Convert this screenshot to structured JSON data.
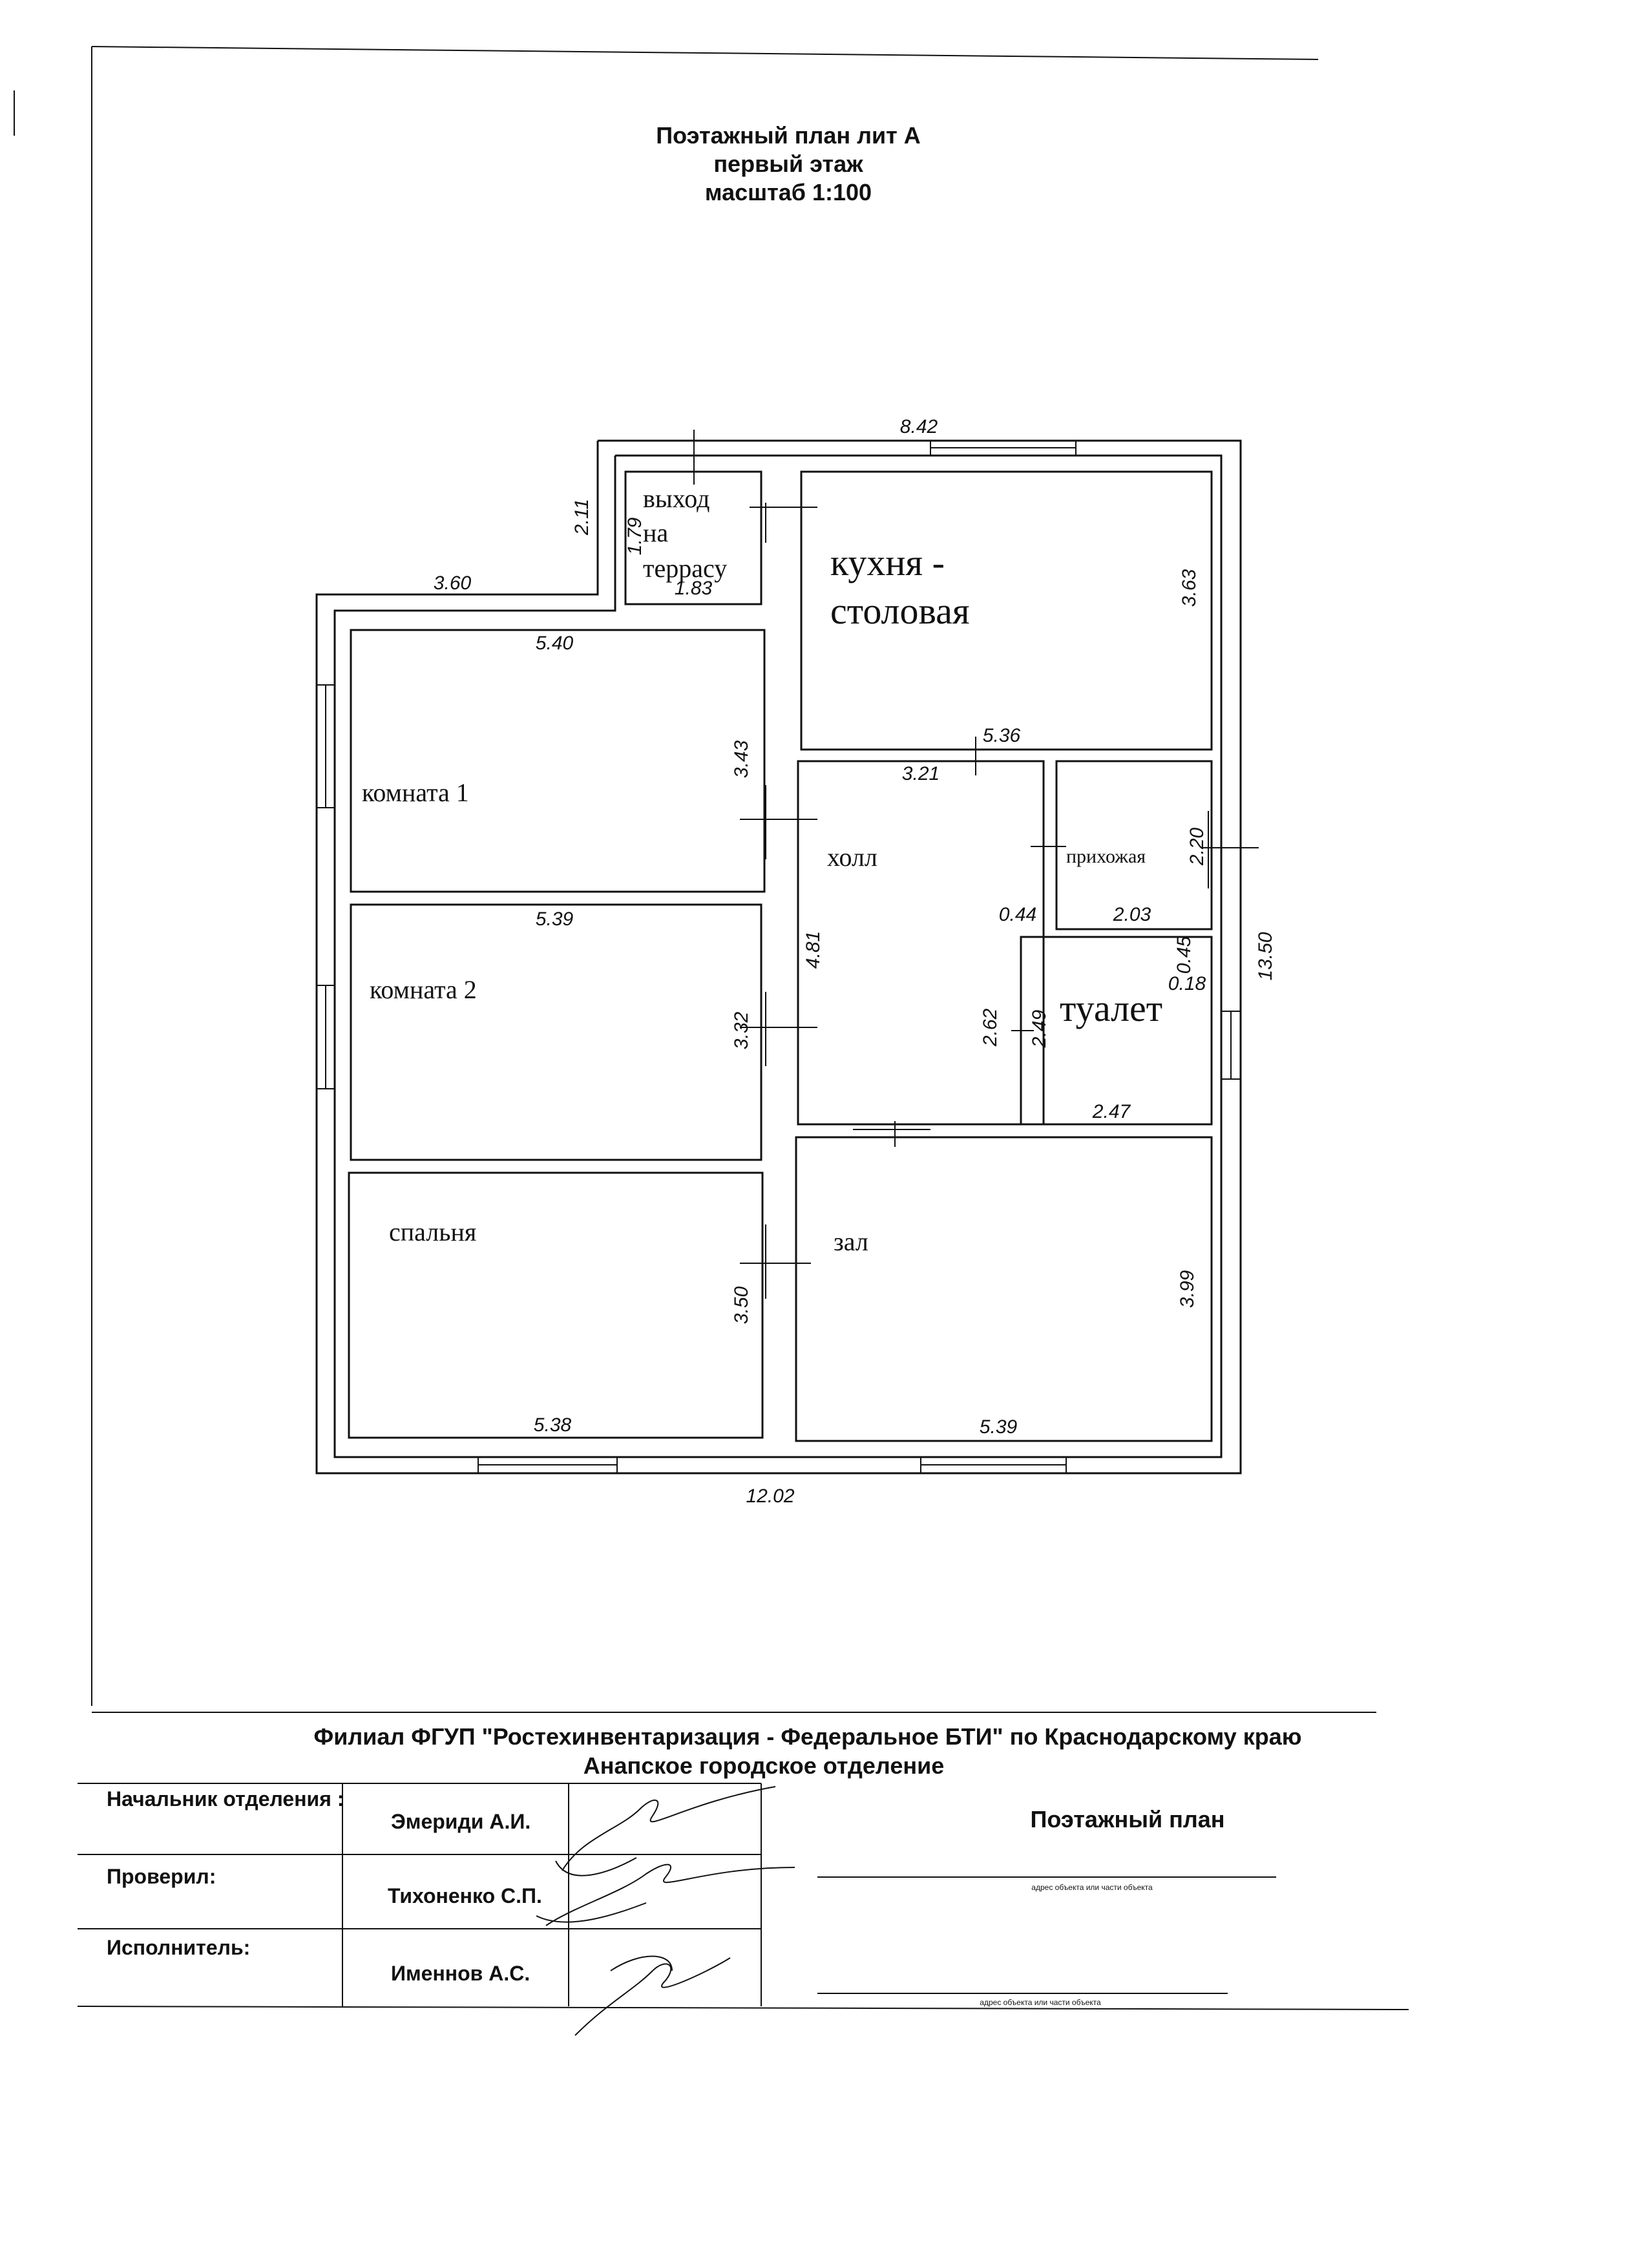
{
  "header": {
    "line1": "Поэтажный план лит А",
    "line2": "первый этаж",
    "line3": "масштаб 1:100"
  },
  "rooms": {
    "terrace_exit_1": "выход",
    "terrace_exit_2": "на",
    "terrace_exit_3": "террасу",
    "kitchen_1": "кухня -",
    "kitchen_2": "столовая",
    "room1": "комната 1",
    "room2": "комната 2",
    "hall": "холл",
    "hallway": "прихожая",
    "toilet": "туалет",
    "bedroom": "спальня",
    "living": "зал"
  },
  "dims": {
    "top_width": "8.42",
    "terrace_step": "2.11",
    "left_top": "3.60",
    "terrace_height": "1.79",
    "terrace_width": "1.83",
    "kitchen_height": "3.63",
    "room1_width": "5.40",
    "room1_height": "3.43",
    "kitchen_width": "5.36",
    "hall_width": "3.21",
    "hallway_height": "2.20",
    "hall_step": "0.44",
    "hallway_width": "2.03",
    "room2_width": "5.39",
    "hall_height": "4.81",
    "toilet_gap1": "0.45",
    "toilet_gap2": "0.18",
    "total_depth": "13.50",
    "room2_height": "3.32",
    "hall_lower": "2.62",
    "toilet_height": "2.49",
    "toilet_width": "2.47",
    "bedroom_height": "3.50",
    "living_height": "3.99",
    "bedroom_width": "5.38",
    "living_width": "5.39",
    "total_width": "12.02"
  },
  "titleblock": {
    "org_line1": "Филиал ФГУП \"Ростехинвентаризация - Федеральное БТИ\" по Краснодарскому краю",
    "org_line2": "Анапское городское отделение",
    "role1": "Начальник отделения :",
    "name1": "Эмериди А.И.",
    "role2": "Проверил:",
    "name2": "Тихоненко С.П.",
    "role3": "Исполнитель:",
    "name3": "Именнов А.С.",
    "doc_title": "Поэтажный план",
    "caption1": "адрес объекта или части объекта",
    "caption2": "адрес объекта или части объекта"
  }
}
